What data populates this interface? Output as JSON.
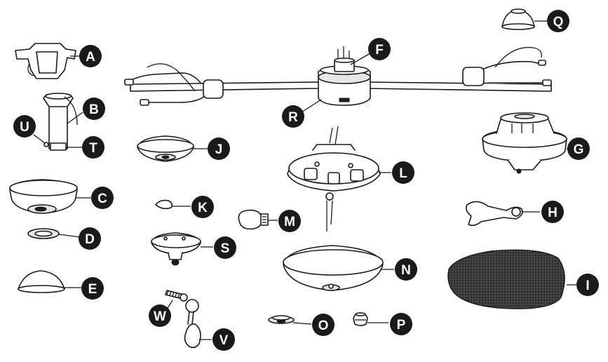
{
  "labels": {
    "A": "A",
    "B": "B",
    "C": "C",
    "D": "D",
    "E": "E",
    "F": "F",
    "G": "G",
    "H": "H",
    "I": "I",
    "J": "J",
    "K": "K",
    "L": "L",
    "M": "M",
    "N": "N",
    "O": "O",
    "P": "P",
    "Q": "Q",
    "R": "R",
    "S": "S",
    "T": "T",
    "U": "U",
    "V": "V",
    "W": "W"
  },
  "colors": {
    "badge": "#1a1a1a",
    "badge_text": "#ffffff",
    "line": "#1a1a1a",
    "background": "#ffffff"
  }
}
